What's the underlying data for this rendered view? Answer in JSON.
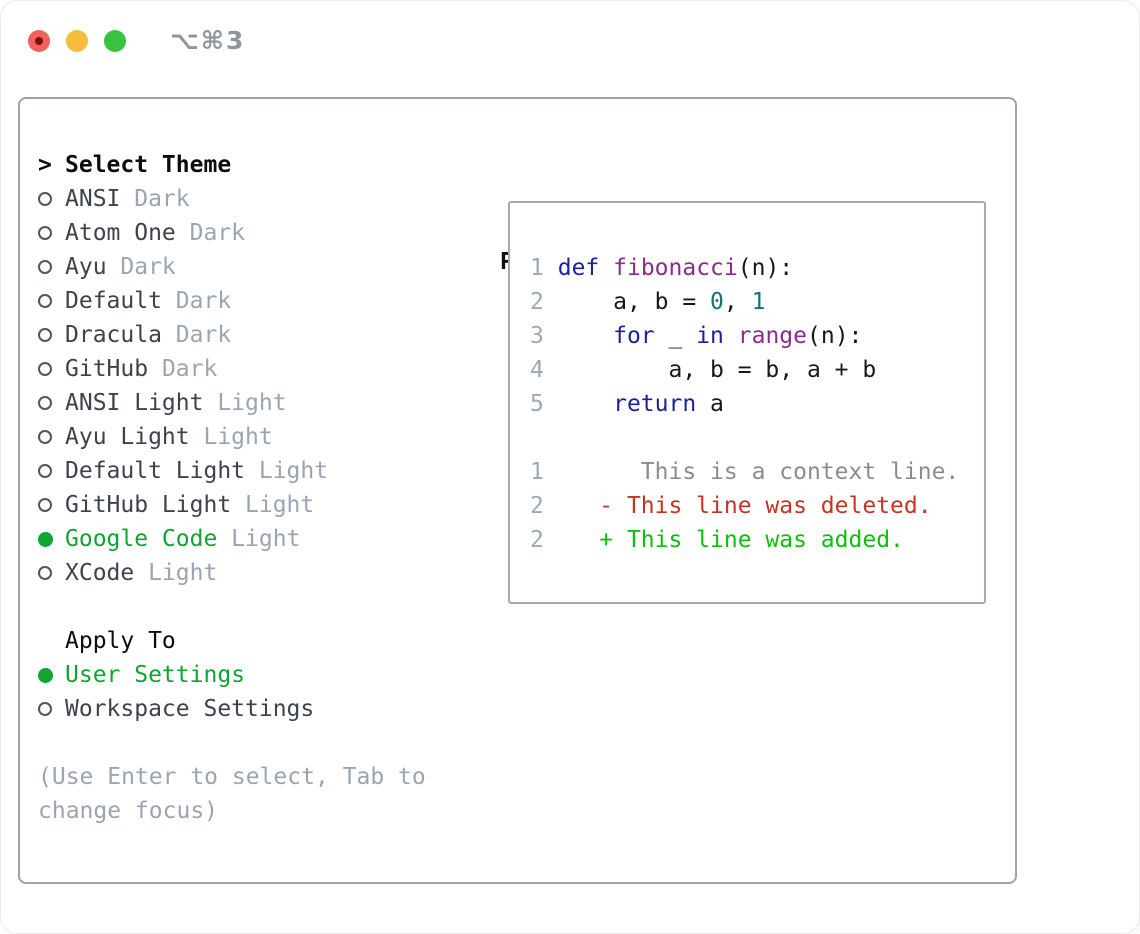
{
  "window": {
    "title": "⌥⌘3"
  },
  "colors": {
    "accent_green": "#10a532",
    "item_text": "#3d434d",
    "dim_text": "#9aa5b3",
    "heading_text": "#0b0c0e",
    "panel_border": "#9aa3ae",
    "preview_border": "#a2aab4",
    "line_number": "#9aaab8",
    "syntax_keyword": "#1c229c",
    "syntax_function": "#8d2b8d",
    "syntax_literal": "#0f7575",
    "syntax_plain": "#17181c",
    "diff_context": "#8a8d90",
    "diff_deleted": "#c43524",
    "diff_added": "#0cc00c",
    "traffic_red": "#f4605a",
    "traffic_red_dot": "#771317",
    "traffic_yellow": "#f6bd3c",
    "traffic_green": "#38c441"
  },
  "left": {
    "prompt": ">",
    "heading": "Select Theme",
    "themes": [
      {
        "name": "ANSI",
        "variant": "Dark",
        "selected": false
      },
      {
        "name": "Atom One",
        "variant": "Dark",
        "selected": false
      },
      {
        "name": "Ayu",
        "variant": "Dark",
        "selected": false
      },
      {
        "name": "Default",
        "variant": "Dark",
        "selected": false
      },
      {
        "name": "Dracula",
        "variant": "Dark",
        "selected": false
      },
      {
        "name": "GitHub",
        "variant": "Dark",
        "selected": false
      },
      {
        "name": "ANSI Light",
        "variant": "Light",
        "selected": false
      },
      {
        "name": "Ayu Light",
        "variant": "Light",
        "selected": false
      },
      {
        "name": "Default Light",
        "variant": "Light",
        "selected": false
      },
      {
        "name": "GitHub Light",
        "variant": "Light",
        "selected": false
      },
      {
        "name": "Google Code",
        "variant": "Light",
        "selected": true
      },
      {
        "name": "XCode",
        "variant": "Light",
        "selected": false
      }
    ],
    "apply_heading": "Apply To",
    "apply_options": [
      {
        "label": "User Settings",
        "selected": true
      },
      {
        "label": "Workspace Settings",
        "selected": false
      }
    ],
    "hint_lines": [
      "(Use Enter to select, Tab to",
      "change focus)"
    ]
  },
  "preview": {
    "heading": "Preview",
    "lines": [
      {
        "num": "1",
        "segments": [
          {
            "t": " ",
            "c": "pln"
          },
          {
            "t": "def",
            "c": "kwd"
          },
          {
            "t": " ",
            "c": "pln"
          },
          {
            "t": "fibonacci",
            "c": "typ"
          },
          {
            "t": "(n):",
            "c": "pln"
          }
        ]
      },
      {
        "num": "2",
        "segments": [
          {
            "t": "     a, b = ",
            "c": "pln"
          },
          {
            "t": "0",
            "c": "lit"
          },
          {
            "t": ", ",
            "c": "pln"
          },
          {
            "t": "1",
            "c": "lit"
          }
        ]
      },
      {
        "num": "3",
        "segments": [
          {
            "t": "     ",
            "c": "pln"
          },
          {
            "t": "for",
            "c": "kwd"
          },
          {
            "t": " _ ",
            "c": "pln"
          },
          {
            "t": "in",
            "c": "kwd"
          },
          {
            "t": " ",
            "c": "pln"
          },
          {
            "t": "range",
            "c": "typ"
          },
          {
            "t": "(n):",
            "c": "pln"
          }
        ]
      },
      {
        "num": "4",
        "segments": [
          {
            "t": "         a, b = b, a + b",
            "c": "pln"
          }
        ]
      },
      {
        "num": "5",
        "segments": [
          {
            "t": "     ",
            "c": "pln"
          },
          {
            "t": "return",
            "c": "kwd"
          },
          {
            "t": " a",
            "c": "pln"
          }
        ]
      },
      {
        "blank": true
      },
      {
        "num": "1",
        "segments": [
          {
            "t": "       This is a context line.",
            "c": "ctx"
          }
        ]
      },
      {
        "num": "2",
        "segments": [
          {
            "t": "    - This line was deleted.",
            "c": "del"
          }
        ]
      },
      {
        "num": "2",
        "segments": [
          {
            "t": "    + This line was added.",
            "c": "add"
          }
        ]
      }
    ]
  }
}
